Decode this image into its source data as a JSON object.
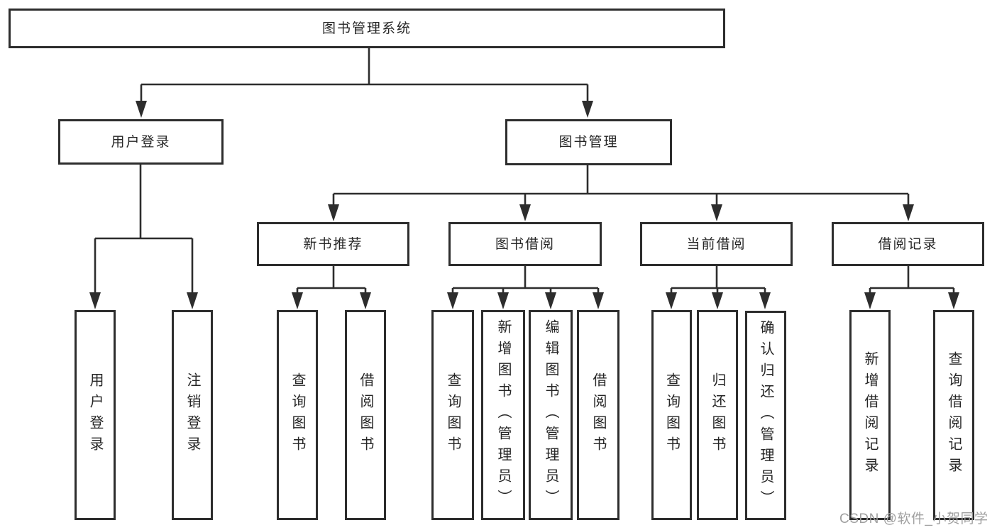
{
  "tree": {
    "root": {
      "label": "图书管理系统",
      "children": [
        {
          "label": "用户登录",
          "children": [
            {
              "label": "用户登录"
            },
            {
              "label": "注销登录"
            }
          ]
        },
        {
          "label": "图书管理",
          "children": [
            {
              "label": "新书推荐",
              "children": [
                {
                  "label": "查询图书"
                },
                {
                  "label": "借阅图书"
                }
              ]
            },
            {
              "label": "图书借阅",
              "children": [
                {
                  "label": "查询图书"
                },
                {
                  "label": "新增图书（管理员）"
                },
                {
                  "label": "编辑图书（管理员）"
                },
                {
                  "label": "借阅图书"
                }
              ]
            },
            {
              "label": "当前借阅",
              "children": [
                {
                  "label": "查询图书"
                },
                {
                  "label": "归还图书"
                },
                {
                  "label": "确认归还（管理员）"
                }
              ]
            },
            {
              "label": "借阅记录",
              "children": [
                {
                  "label": "新增借阅记录"
                },
                {
                  "label": "查询借阅记录"
                }
              ]
            }
          ]
        }
      ]
    }
  },
  "watermark": {
    "text": "CSDN @软件_小贺同学"
  },
  "colors": {
    "line": "#2d2d2d",
    "border": "#2d2d2d",
    "fill": "#ffffff",
    "text": "#262626",
    "background": "#ffffff",
    "watermark": "#9f9f9f"
  }
}
